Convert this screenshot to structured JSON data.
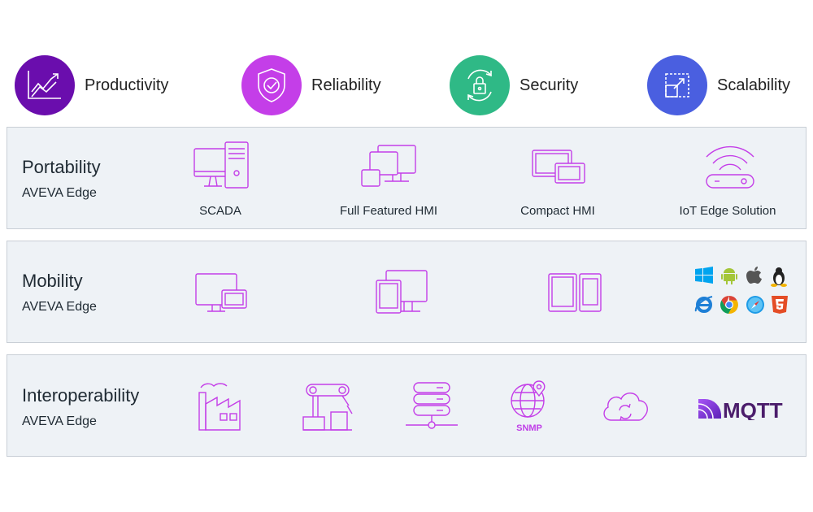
{
  "features": [
    {
      "label": "Productivity",
      "color": "#6a0dad",
      "icon": "trend-chart-icon"
    },
    {
      "label": "Reliability",
      "color": "#c43ee8",
      "icon": "shield-check-icon"
    },
    {
      "label": "Security",
      "color": "#2fb986",
      "icon": "lock-refresh-icon"
    },
    {
      "label": "Scalability",
      "color": "#4a5fe0",
      "icon": "resize-icon"
    }
  ],
  "accent": "#c43ee8",
  "portability": {
    "title": "Portability",
    "subtitle": "AVEVA Edge",
    "items": [
      {
        "label": "SCADA",
        "icon": "desktop-tower-icon"
      },
      {
        "label": "Full Featured HMI",
        "icon": "multi-screen-icon"
      },
      {
        "label": "Compact HMI",
        "icon": "compact-devices-icon"
      },
      {
        "label": "IoT Edge Solution",
        "icon": "wifi-device-icon"
      }
    ]
  },
  "mobility": {
    "title": "Mobility",
    "subtitle": "AVEVA Edge",
    "icons": [
      "monitor-tablet-icon",
      "monitor-tablet-2-icon",
      "tablet-phone-icon"
    ],
    "platforms": [
      "windows-icon",
      "android-icon",
      "apple-icon",
      "linux-icon",
      "ie-icon",
      "chrome-icon",
      "safari-icon",
      "html5-icon"
    ]
  },
  "interoperability": {
    "title": "Interoperability",
    "subtitle": "AVEVA Edge",
    "icons": [
      "factory-icon",
      "robot-arm-icon",
      "server-network-icon",
      "globe-pin-icon",
      "cloud-sync-icon",
      "mqtt-logo-icon"
    ],
    "snmp_label": "SNMP",
    "mqtt_label": "MQTT"
  }
}
